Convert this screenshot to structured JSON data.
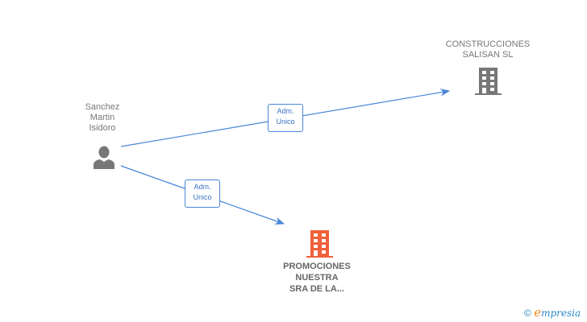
{
  "nodes": {
    "person": {
      "name_lines": [
        "Sanchez",
        "Martin",
        "Isidoro"
      ],
      "icon": "person-icon",
      "color": "#777777"
    },
    "company1": {
      "name_lines": [
        "CONSTRUCCIONES",
        "SALISAN SL"
      ],
      "icon": "building-icon",
      "color": "#777777"
    },
    "company2": {
      "name_lines": [
        "PROMOCIONES",
        "NUESTRA",
        "SRA DE LA..."
      ],
      "icon": "building-icon",
      "color": "#f0603a"
    }
  },
  "edges": [
    {
      "from": "person",
      "to": "company1",
      "label_lines": [
        "Adm.",
        "Unico"
      ]
    },
    {
      "from": "person",
      "to": "company2",
      "label_lines": [
        "Adm.",
        "Unico"
      ]
    }
  ],
  "colors": {
    "edge": "#4a86d8"
  },
  "footer": {
    "copyright": "©",
    "brand_initial": "e",
    "brand_rest": "mpresia"
  }
}
